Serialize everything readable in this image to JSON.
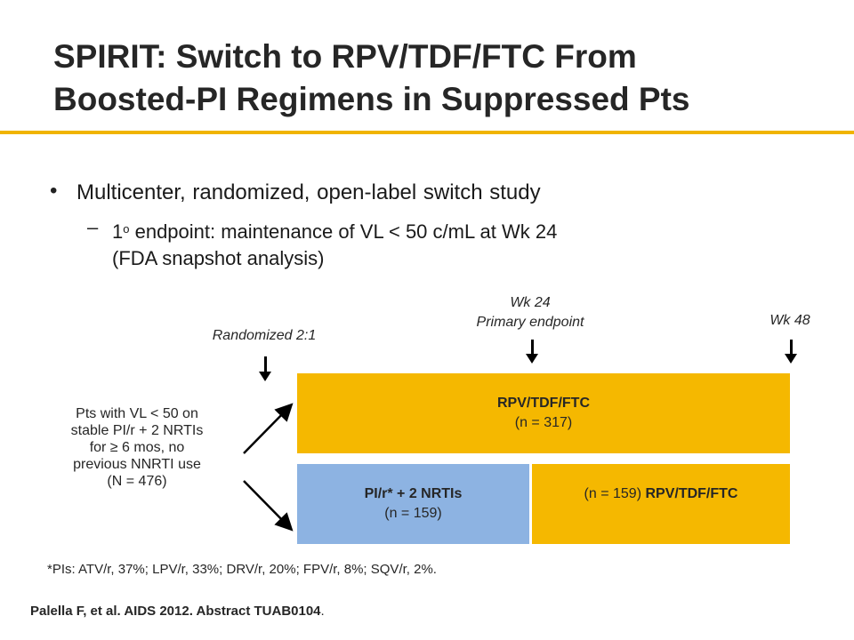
{
  "title": {
    "line1": "SPIRIT: Switch to RPV/TDF/FTC From",
    "line2": "Boosted-PI Regimens in Suppressed Pts"
  },
  "bullets": {
    "main_marker": "•",
    "main": "Multicenter, randomized, open-label switch study",
    "sub_marker": "–",
    "sub_prefix": "1",
    "sub_sup": "o",
    "sub_line1": " endpoint: maintenance of VL < 50 c/mL at Wk 24",
    "sub_line2": "(FDA snapshot analysis)"
  },
  "timeline": {
    "randomized": "Randomized 2:1",
    "wk24_line1": "Wk 24",
    "wk24_line2": "Primary endpoint",
    "wk48": "Wk 48"
  },
  "population": {
    "line1": "Pts with VL < 50 on",
    "line2": "stable PI/r + 2 NRTIs",
    "line3": "for ≥ 6 mos, no",
    "line4": "previous NNRTI use",
    "line5": "(N = 476)"
  },
  "arms": {
    "top": {
      "name": "RPV/TDF/FTC",
      "n": "(n = 317)"
    },
    "bottom_left": {
      "name": "PI/r* + 2 NRTIs",
      "n": "(n = 159)"
    },
    "bottom_right": {
      "n": "(n = 159)",
      "name": "RPV/TDF/FTC"
    }
  },
  "colors": {
    "accent": "#f0b400",
    "gold_box": "#f5b800",
    "blue_box": "#8db3e2"
  },
  "footnote": "*PIs: ATV/r, 37%; LPV/r, 33%; DRV/r, 20%; FPV/r, 8%; SQV/r, 2%.",
  "citation": {
    "bold": "Palella F, et al. AIDS 2012. Abstract TUAB0104",
    "tail": "."
  }
}
